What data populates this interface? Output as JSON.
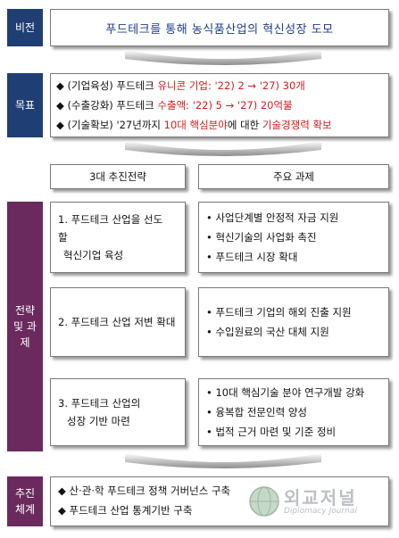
{
  "labels": {
    "vision": "비전",
    "goal": "목표",
    "strategy": "전략\n및 과\n제",
    "system": "추진\n체계"
  },
  "vision": "푸드테크를 통해 농식품산업의 혁신성장 도모",
  "goals": [
    {
      "pre": "◆ (기업육성) 푸드테크 ",
      "hl": "유니콘 기업: '22) 2 → '27) 30개",
      "post": ""
    },
    {
      "pre": "◆ (수출강화) 푸드테크 ",
      "hl": "수출액: '22) 5 → '27) 20억불",
      "post": ""
    },
    {
      "pre": "◆ (기술확보) '27년까지 ",
      "hl": "10대 핵심분야",
      "post": "에 대한 ",
      "hl2": "기술경쟁력 확보"
    }
  ],
  "headers": {
    "strategy": "3대 추진전략",
    "tasks": "주요 과제"
  },
  "strategies": [
    {
      "l1": "1. 푸드테크 산업을 선도",
      "l2": "할",
      "l3": "혁신기업 육성"
    },
    {
      "l1": "2. 푸드테크 산업 저변 확대"
    },
    {
      "l1": "3. 푸드테크 산업의",
      "l2": "성장 기반 마련"
    }
  ],
  "tasks": [
    [
      "사업단계별 안정적 자금 지원",
      "혁신기술의 사업화 촉진",
      "푸드테크 시장 확대"
    ],
    [
      "푸드테크 기업의 해외 진출 지원",
      "수입원료의 국산 대체 지원"
    ],
    [
      "10대 핵심기술 분야 연구개발 강화",
      "융복합 전문인력 양성",
      "법적 근거 마련 및 기준 정비"
    ]
  ],
  "system": [
    "◆ 산·관·학 푸드테크 정책 거버넌스 구축",
    "◆ 푸드테크 산업 통계기반 구축"
  ],
  "watermark": {
    "title": "외교저널",
    "sub": "Diplomacy Journal"
  }
}
